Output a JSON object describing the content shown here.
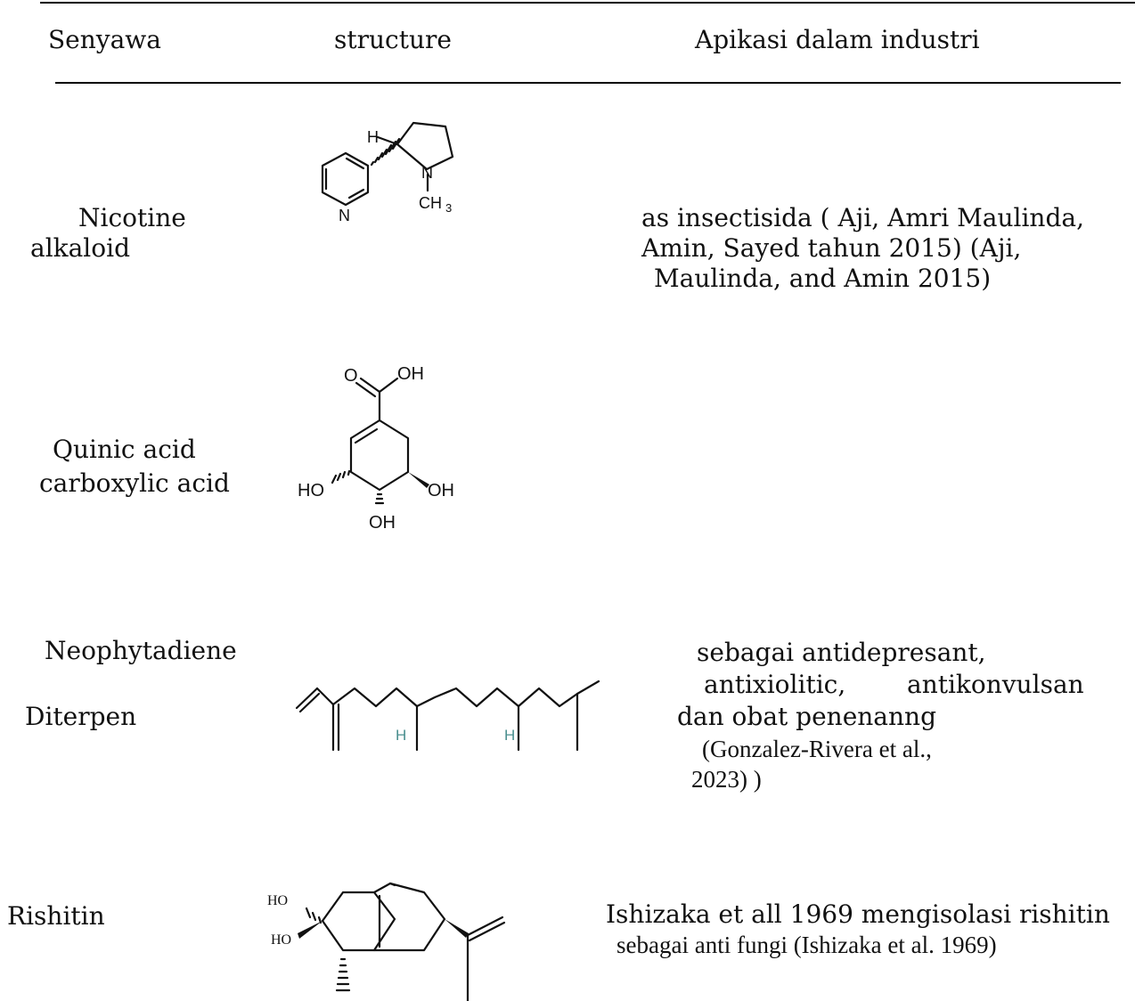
{
  "header": {
    "col_compound": "Senyawa",
    "col_structure": "structure",
    "col_application": "Apikasi dalam industri"
  },
  "rows": [
    {
      "name_lines": [
        "Nicotine",
        "alkaloid"
      ],
      "application_lines": [
        "as insectisida ( Aji, Amri Maulinda,",
        "Amin, Sayed tahun 2015) (Aji,",
        "Maulinda, and Amin 2015)"
      ],
      "atoms": [
        "H",
        "N",
        "N",
        "CH",
        "3"
      ]
    },
    {
      "name_lines": [
        "Quinic acid",
        "carboxylic acid"
      ],
      "application_lines": [],
      "atoms": [
        "O",
        "OH",
        "HO",
        "OH",
        "OH"
      ]
    },
    {
      "name_lines": [
        "Neophytadiene",
        "Diterpen"
      ],
      "application_lines": [
        "sebagai antidepresant,",
        "antixiolitic,",
        "antikonvulsan",
        "dan obat penenanng",
        "(Gonzalez-Rivera et al.,",
        "2023) )"
      ],
      "atoms": [
        "H",
        "H"
      ]
    },
    {
      "name_lines": [
        "Rishitin"
      ],
      "application_lines": [
        "Ishizaka et all 1969 mengisolasi rishitin",
        "sebagai anti fungi (Ishizaka et al. 1969)"
      ],
      "atoms": [
        "HO",
        "HO"
      ]
    }
  ]
}
